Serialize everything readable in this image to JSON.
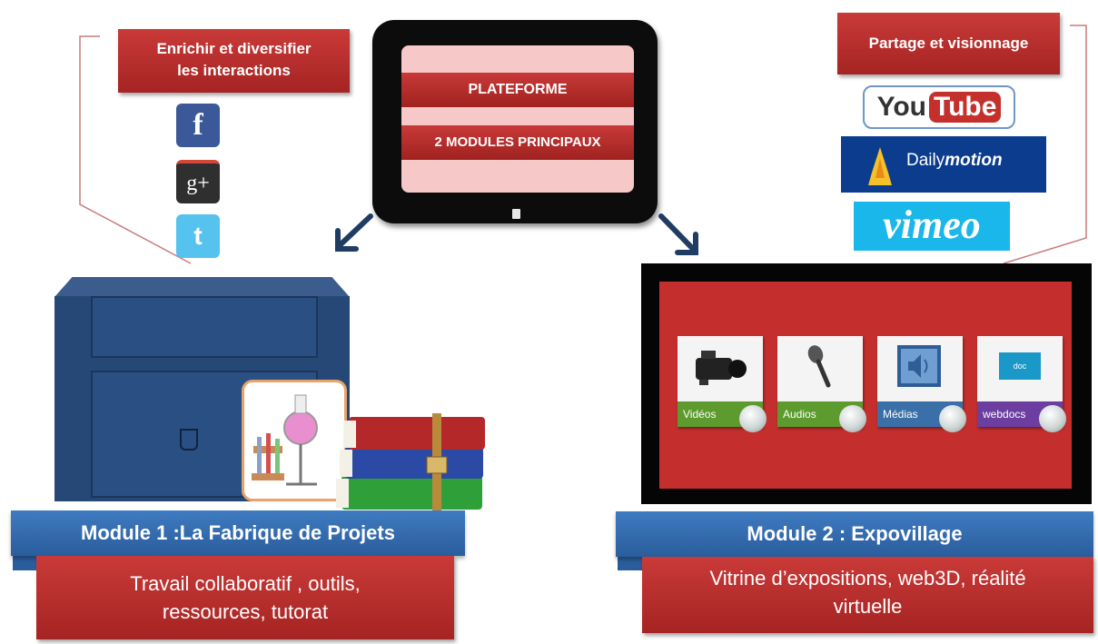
{
  "left_callout": {
    "line1": "Enrichir et  diversifier",
    "line2": "les interactions"
  },
  "right_callout": {
    "label": "Partage et visionnage"
  },
  "tablet": {
    "title": "PLATEFORME",
    "subtitle": "2 MODULES PRINCIPAUX"
  },
  "social_icons": [
    "facebook-icon",
    "google-plus-icon",
    "twitter-icon"
  ],
  "google_plus_text": "g+",
  "video_sites": {
    "youtube_you": "You",
    "youtube_tube": "Tube",
    "dailymotion_a": "Daily",
    "dailymotion_b": "motion",
    "vimeo": "vimeo"
  },
  "module1": {
    "title": "Module 1 :La Fabrique de Projets",
    "desc_line1": "Travail collaboratif , outils,",
    "desc_line2": "ressources, tutorat"
  },
  "module2": {
    "title": "Module 2 : Expovillage",
    "desc_line1": "Vitrine d’expositions,  web3D, réalité",
    "desc_line2": "virtuelle"
  },
  "tiles": [
    {
      "label": "Vidéos",
      "color": "#5d9b2e"
    },
    {
      "label": "Audios",
      "color": "#5d9b2e"
    },
    {
      "label": "Médias",
      "color": "#3b6fa8"
    },
    {
      "label": "webdocs",
      "color": "#6b3ea0"
    }
  ],
  "doc_text": "doc",
  "colors": {
    "red": "#b02d2b",
    "blue": "#2f66a8",
    "navy": "#264877"
  }
}
